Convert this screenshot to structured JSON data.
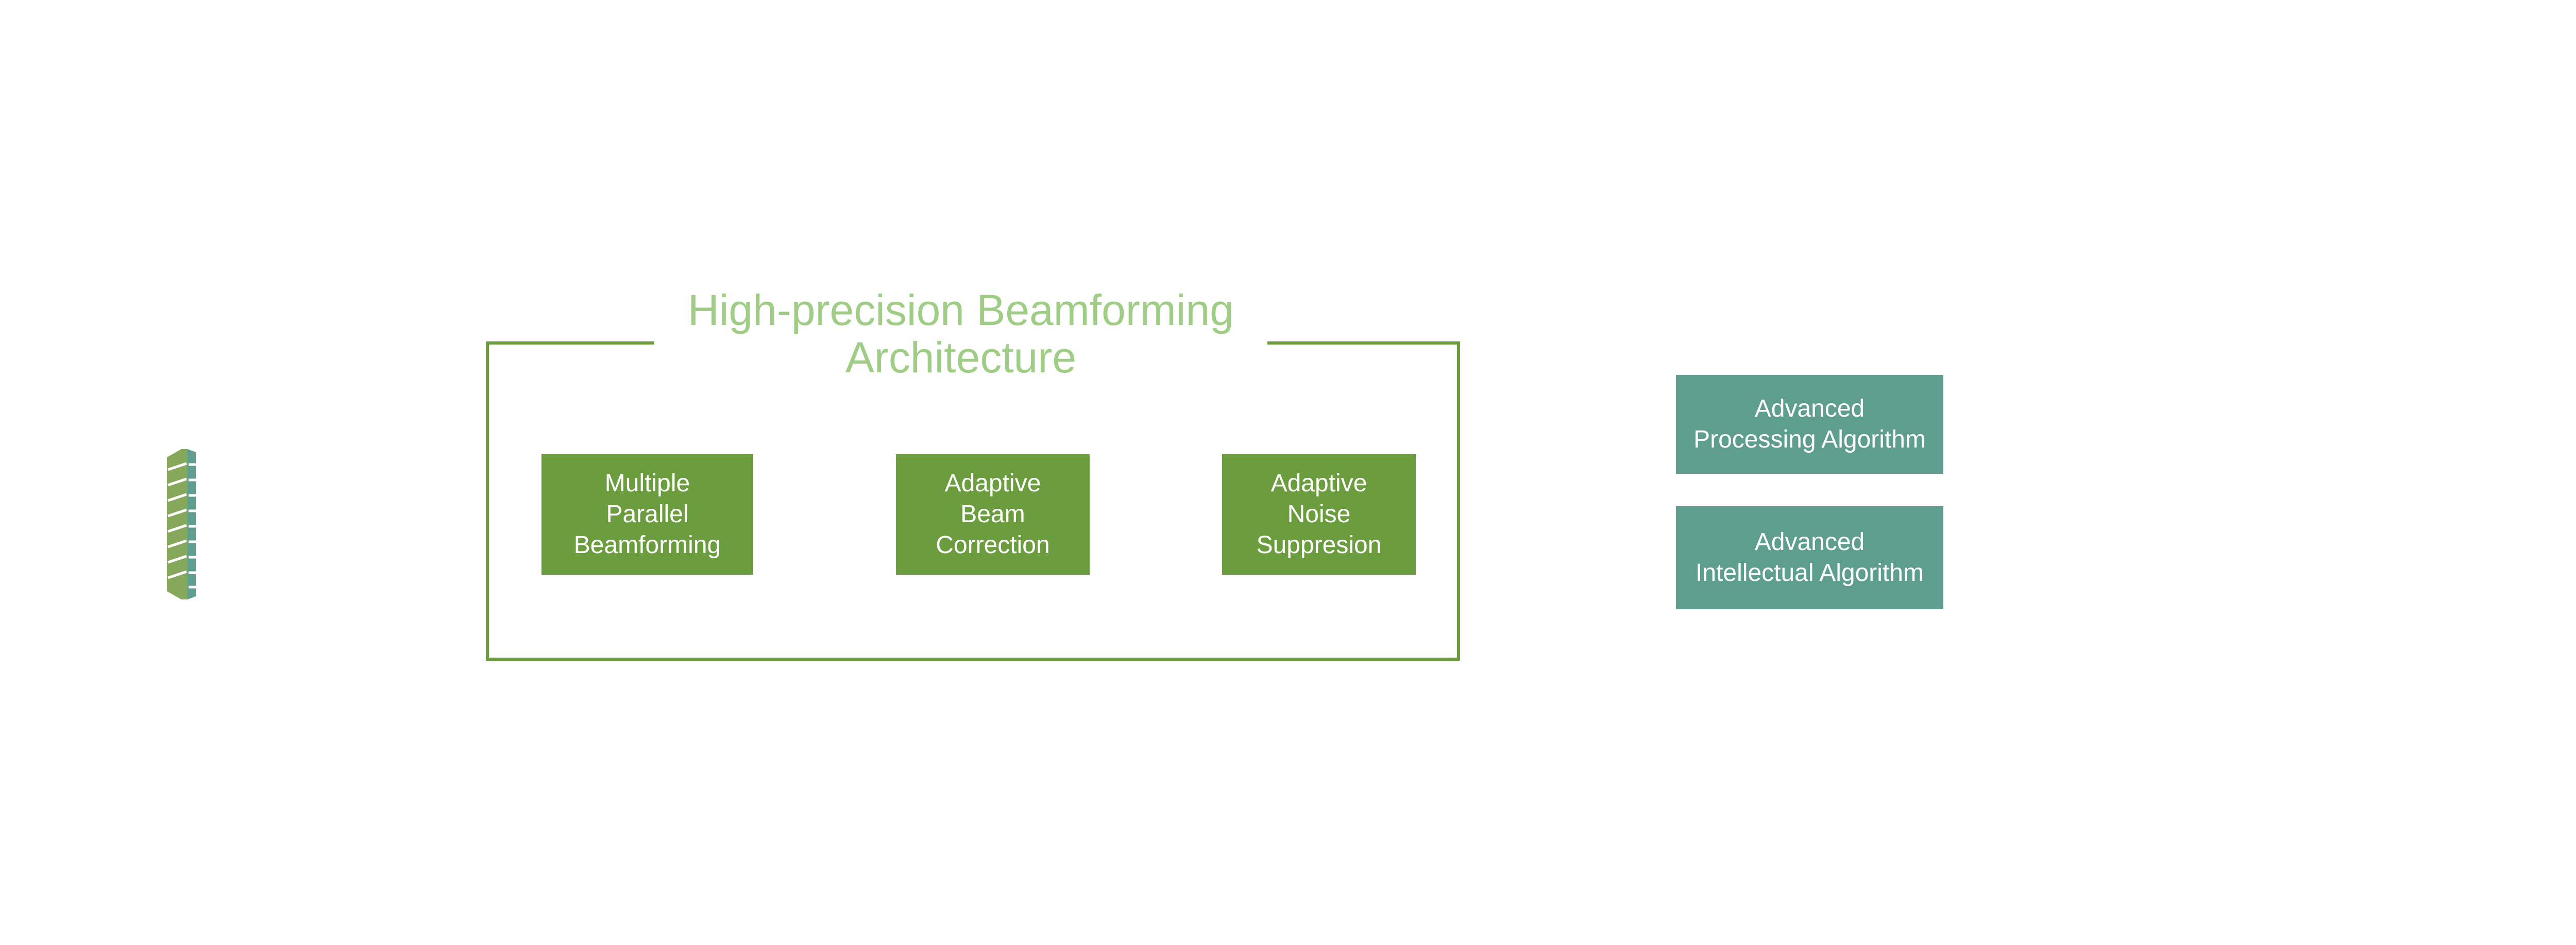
{
  "architecture": {
    "title": "High-precision Beamforming\nArchitecture",
    "modules": [
      "Multiple\nParallel\nBeamforming",
      "Adaptive\nBeam\nCorrection",
      "Adaptive\nNoise\nSuppresion"
    ]
  },
  "algorithms": [
    "Advanced\nProcessing Algorithm",
    "Advanced\nIntellectual Algorithm"
  ],
  "icons": {
    "antenna_array": "antenna-array-icon"
  },
  "colors": {
    "frame_green": "#6b9c3d",
    "title_green": "#9fcd85",
    "algorithm_teal": "#5e9e8e",
    "box_text": "#ffffff"
  }
}
